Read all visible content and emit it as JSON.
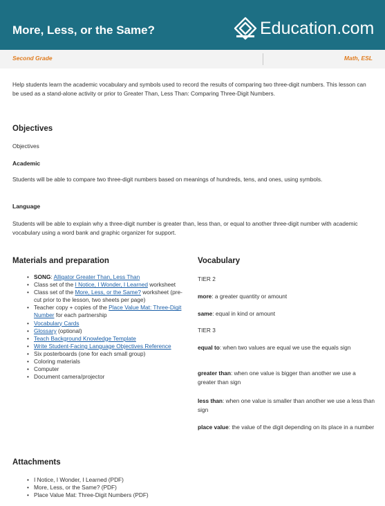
{
  "header": {
    "title": "More, Less, or the Same?",
    "logo_text": "Education.com",
    "grade": "Second Grade",
    "subject": "Math, ESL"
  },
  "intro": "Help students learn the academic vocabulary and symbols used to record the results of comparing two three-digit numbers. This lesson can be used as a stand-alone activity or prior to Greater Than, Less Than: Comparing Three-Digit Numbers.",
  "objectives": {
    "heading": "Objectives",
    "subheading": "Objectives",
    "academic_heading": "Academic",
    "academic_text": "Students will be able to compare two three-digit numbers based on meanings of hundreds, tens, and ones, using symbols.",
    "language_heading": "Language",
    "language_text": "Students will be able to explain why a three-digit number is greater than, less than, or equal to another three-digit number with academic vocabulary using a word bank and graphic organizer for support."
  },
  "materials": {
    "heading": "Materials and preparation",
    "items": [
      {
        "bold": "SONG",
        "pre": ": ",
        "link": "Alligator Greater Than, Less Than",
        "post": ""
      },
      {
        "bold": "",
        "pre": "Class set of the ",
        "link": "I Notice, I Wonder, I Learned",
        "post": " worksheet"
      },
      {
        "bold": "",
        "pre": "Class set of the ",
        "link": "More, Less, or the Same?",
        "post": " worksheet (pre-cut prior to the lesson, two sheets per page)"
      },
      {
        "bold": "",
        "pre": "Teacher copy + copies of the ",
        "link": "Place Value Mat: Three-Digit Number",
        "post": " for each partnership"
      },
      {
        "bold": "",
        "pre": "",
        "link": "Vocabulary Cards",
        "post": ""
      },
      {
        "bold": "",
        "pre": "",
        "link": "Glossary",
        "post": " (optional)"
      },
      {
        "bold": "",
        "pre": "",
        "link": "Teach Background Knowledge Template",
        "post": ""
      },
      {
        "bold": "",
        "pre": "",
        "link": "Write Student-Facing Language Objectives Reference",
        "post": ""
      },
      {
        "bold": "",
        "pre": "Six posterboards (one for each small group)",
        "link": "",
        "post": ""
      },
      {
        "bold": "",
        "pre": "Coloring materials",
        "link": "",
        "post": ""
      },
      {
        "bold": "",
        "pre": "Computer",
        "link": "",
        "post": ""
      },
      {
        "bold": "",
        "pre": "Document camera/projector",
        "link": "",
        "post": ""
      }
    ]
  },
  "vocabulary": {
    "heading": "Vocabulary",
    "tier2": "TIER 2",
    "more_term": "more",
    "more_def": ": a greater quantity or amount",
    "same_term": "same",
    "same_def": ": equal in kind or amount",
    "tier3": "TIER 3",
    "equal_term": "equal to",
    "equal_def": ": when two values are equal we use the equals sign",
    "greater_term": "greater than",
    "greater_def": ": when one value is bigger than another we use a greater than sign",
    "less_term": "less than",
    "less_def": ": when one value is smaller than another we use a less than sign",
    "place_term": "place value",
    "place_def": ": the value of the digit depending on its place in a number"
  },
  "attachments": {
    "heading": "Attachments",
    "items": [
      "I Notice, I Wonder, I Learned (PDF)",
      "More, Less, or the Same? (PDF)",
      "Place Value Mat: Three-Digit Numbers (PDF)"
    ]
  }
}
